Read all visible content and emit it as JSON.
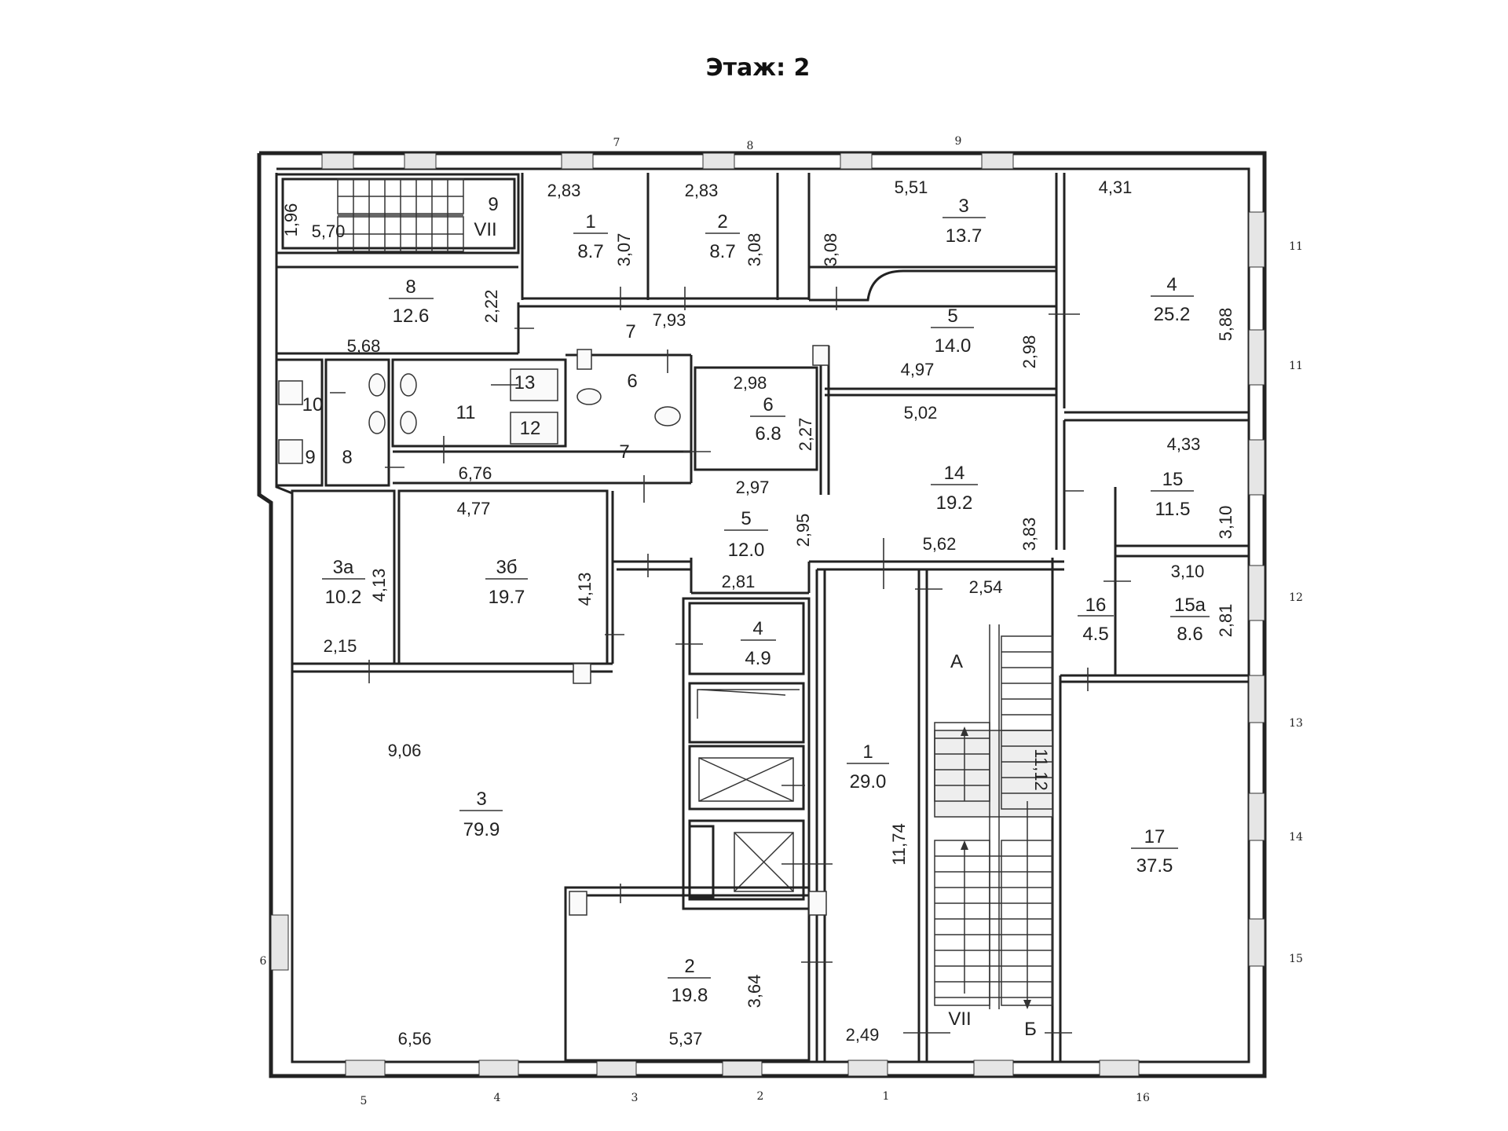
{
  "title": "Этаж: 2",
  "axes": [
    "7",
    "8",
    "9",
    "11",
    "11",
    "12",
    "13",
    "14",
    "15",
    "16",
    "1",
    "2",
    "3",
    "4",
    "5",
    "6"
  ],
  "rooms": [
    {
      "id": "room-9-stair",
      "number": "9",
      "extra": "VII"
    },
    {
      "id": "room-1-top",
      "number": "1",
      "area": "8.7"
    },
    {
      "id": "room-2-top",
      "number": "2",
      "area": "8.7"
    },
    {
      "id": "room-3-top",
      "number": "3",
      "area": "13.7"
    },
    {
      "id": "room-4",
      "number": "4",
      "area": "25.2"
    },
    {
      "id": "room-8",
      "number": "8",
      "area": "12.6"
    },
    {
      "id": "room-7-corridor",
      "number": "7"
    },
    {
      "id": "room-5-top",
      "number": "5",
      "area": "14.0"
    },
    {
      "id": "room-10",
      "number": "10"
    },
    {
      "id": "room-9-wc",
      "number": "9"
    },
    {
      "id": "room-8-wc",
      "number": "8"
    },
    {
      "id": "room-11",
      "number": "11"
    },
    {
      "id": "room-13",
      "number": "13"
    },
    {
      "id": "room-12",
      "number": "12"
    },
    {
      "id": "room-6-wc",
      "number": "6"
    },
    {
      "id": "room-7-lower",
      "number": "7"
    },
    {
      "id": "room-6",
      "number": "6",
      "area": "6.8"
    },
    {
      "id": "room-14",
      "number": "14",
      "area": "19.2"
    },
    {
      "id": "room-15",
      "number": "15",
      "area": "11.5"
    },
    {
      "id": "room-3a",
      "number": "3а",
      "area": "10.2"
    },
    {
      "id": "room-3b",
      "number": "3б",
      "area": "19.7"
    },
    {
      "id": "room-5-mid",
      "number": "5",
      "area": "12.0"
    },
    {
      "id": "room-16",
      "number": "16",
      "area": "4.5"
    },
    {
      "id": "room-15a",
      "number": "15а",
      "area": "8.6"
    },
    {
      "id": "room-4-small",
      "number": "4",
      "area": "4.9"
    },
    {
      "id": "room-3-large",
      "number": "3",
      "area": "79.9"
    },
    {
      "id": "room-1-hall",
      "number": "1",
      "area": "29.0"
    },
    {
      "id": "room-17",
      "number": "17",
      "area": "37.5"
    },
    {
      "id": "room-2-bottom",
      "number": "2",
      "area": "19.8"
    }
  ],
  "labels": {
    "stair_a": "А",
    "stair_b": "Б",
    "stair_vii": "VII"
  },
  "dimensions": [
    "1,96",
    "5,70",
    "2,83",
    "3,07",
    "2,83",
    "3,08",
    "5,51",
    "3,08",
    "4,31",
    "5,88",
    "2,22",
    "5,68",
    "7,93",
    "2,98",
    "4,97",
    "2,98",
    "2,27",
    "5,02",
    "6,76",
    "4,33",
    "3,10",
    "4,77",
    "2,97",
    "2,95",
    "4,13",
    "4,13",
    "2,15",
    "2,81",
    "5,62",
    "3,83",
    "2,54",
    "3,10",
    "2,81",
    "9,06",
    "11,74",
    "11,12",
    "3,64",
    "6,56",
    "5,37",
    "2,49"
  ]
}
